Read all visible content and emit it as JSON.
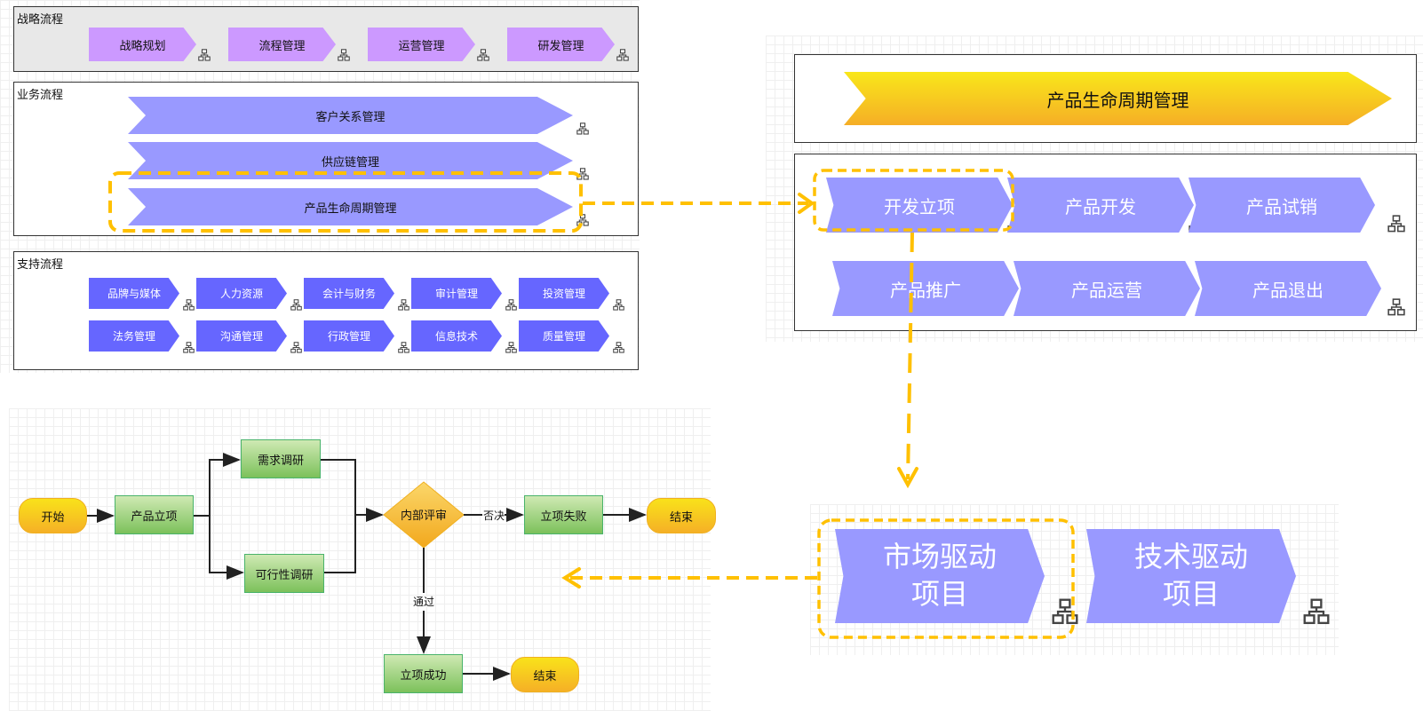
{
  "strategy": {
    "label": "战略流程",
    "items": [
      "战略规划",
      "流程管理",
      "运营管理",
      "研发管理"
    ]
  },
  "business": {
    "label": "业务流程",
    "items": [
      "客户关系管理",
      "供应链管理",
      "产品生命周期管理"
    ],
    "highlighted": "产品生命周期管理"
  },
  "support": {
    "label": "支持流程",
    "row1": [
      "品牌与媒体",
      "人力资源",
      "会计与财务",
      "审计管理",
      "投资管理"
    ],
    "row2": [
      "法务管理",
      "沟通管理",
      "行政管理",
      "信息技术",
      "质量管理"
    ]
  },
  "plm": {
    "title": "产品生命周期管理",
    "row1": [
      "开发立项",
      "产品开发",
      "产品试销"
    ],
    "row2": [
      "产品推广",
      "产品运营",
      "产品退出"
    ],
    "highlighted": "开发立项"
  },
  "drivers": {
    "items": [
      "市场驱动\n项目",
      "技术驱动\n项目"
    ],
    "line1": [
      "市场驱动",
      "技术驱动"
    ],
    "line2": [
      "项目",
      "项目"
    ],
    "highlighted": "市场驱动项目"
  },
  "flow": {
    "start": "开始",
    "product_init": "产品立项",
    "demand_research": "需求调研",
    "feasibility_research": "可行性调研",
    "internal_review": "内部评审",
    "reject_label": "否决",
    "fail": "立项失败",
    "end1": "结束",
    "pass_label": "通过",
    "success": "立项成功",
    "end2": "结束"
  },
  "colors": {
    "strategy_fill": "#cc99ff",
    "business_fill": "#9999ff",
    "support_fill": "#6666ff",
    "plm_title_fill_top": "#f9e71a",
    "plm_title_fill_bottom": "#f5ae26",
    "highlight_dash": "#ffc000",
    "flow_green": "#7cc15b",
    "flow_yellow": "#f5b026"
  }
}
